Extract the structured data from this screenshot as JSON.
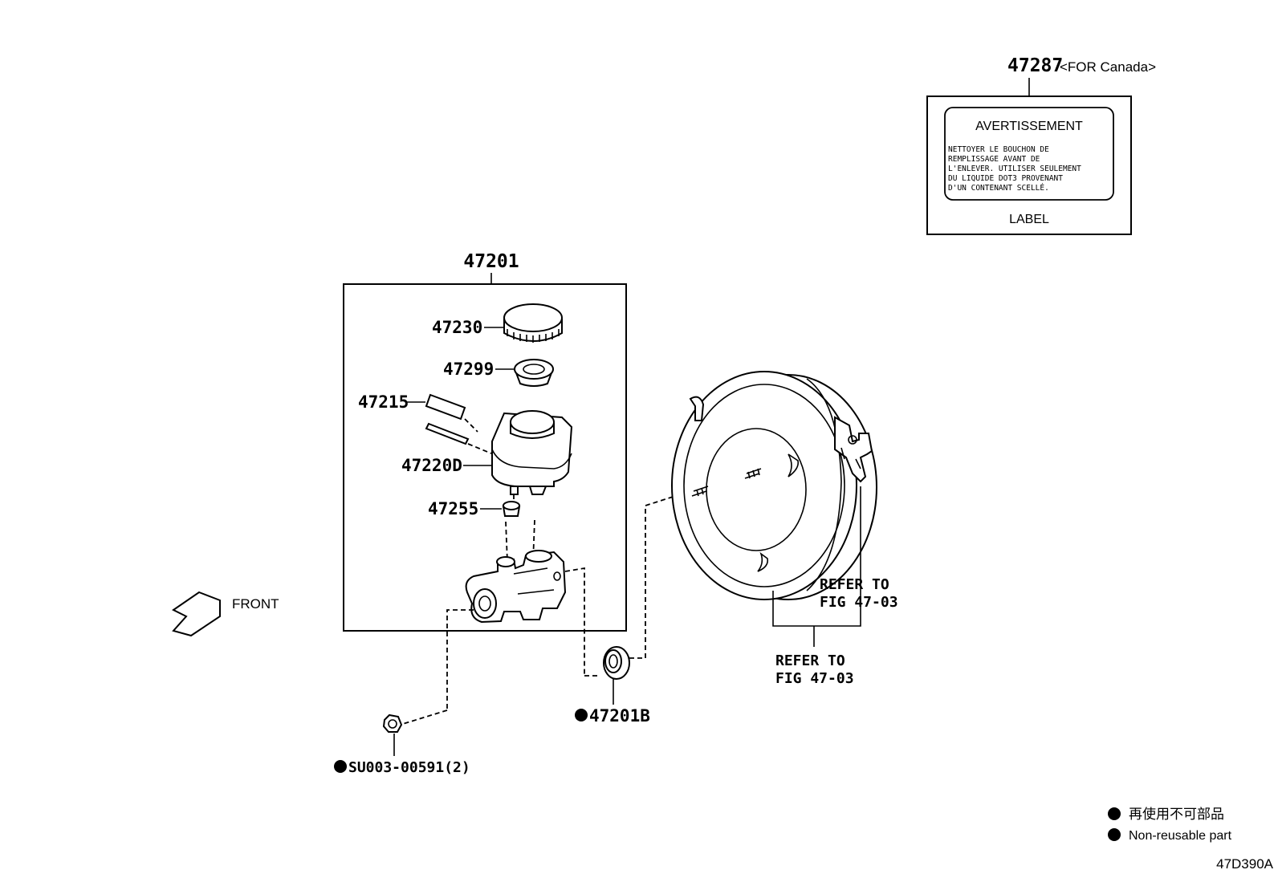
{
  "parts": {
    "p47287": "47287",
    "p47287_note": "<FOR Canada>",
    "p47201": "47201",
    "p47230": "47230",
    "p47299": "47299",
    "p47215": "47215",
    "p47220D": "47220D",
    "p47255": "47255",
    "p47201B": "47201B",
    "pSU003": "SU003-00591(2)"
  },
  "label_sticker": {
    "heading": "AVERTISSEMENT",
    "lines": [
      "NETTOYER LE BOUCHON DE",
      "REMPLISSAGE AVANT DE",
      "L'ENLEVER. UTILISER SEULEMENT",
      "DU LIQUIDE DOT3 PROVENANT",
      "D'UN CONTENANT SCELLÉ."
    ],
    "caption": "LABEL"
  },
  "refer": {
    "a_line1": "REFER TO",
    "a_line2": "FIG 47-03",
    "b_line1": "REFER TO",
    "b_line2": "FIG 47-03"
  },
  "front_label": "FRONT",
  "legend": {
    "jp": "再使用不可部品",
    "en": "Non-reusable part"
  },
  "figure_id": "47D390A"
}
